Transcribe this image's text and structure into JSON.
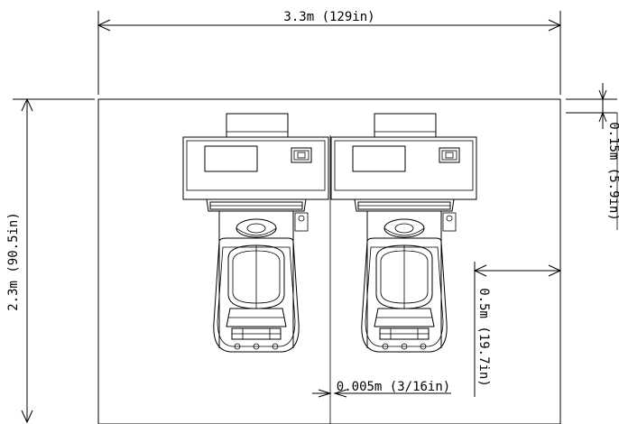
{
  "dimensions": {
    "width_label": "3.3m (129in)",
    "depth_label": "2.3m (90.5in)",
    "top_clearance_label": "0.15m (5.9in)",
    "side_clearance_label": "0.5m (19.7in)",
    "gap_label": "0.005m (3/16in)"
  },
  "units": [
    {
      "name": "left-cabinet"
    },
    {
      "name": "right-cabinet"
    }
  ]
}
